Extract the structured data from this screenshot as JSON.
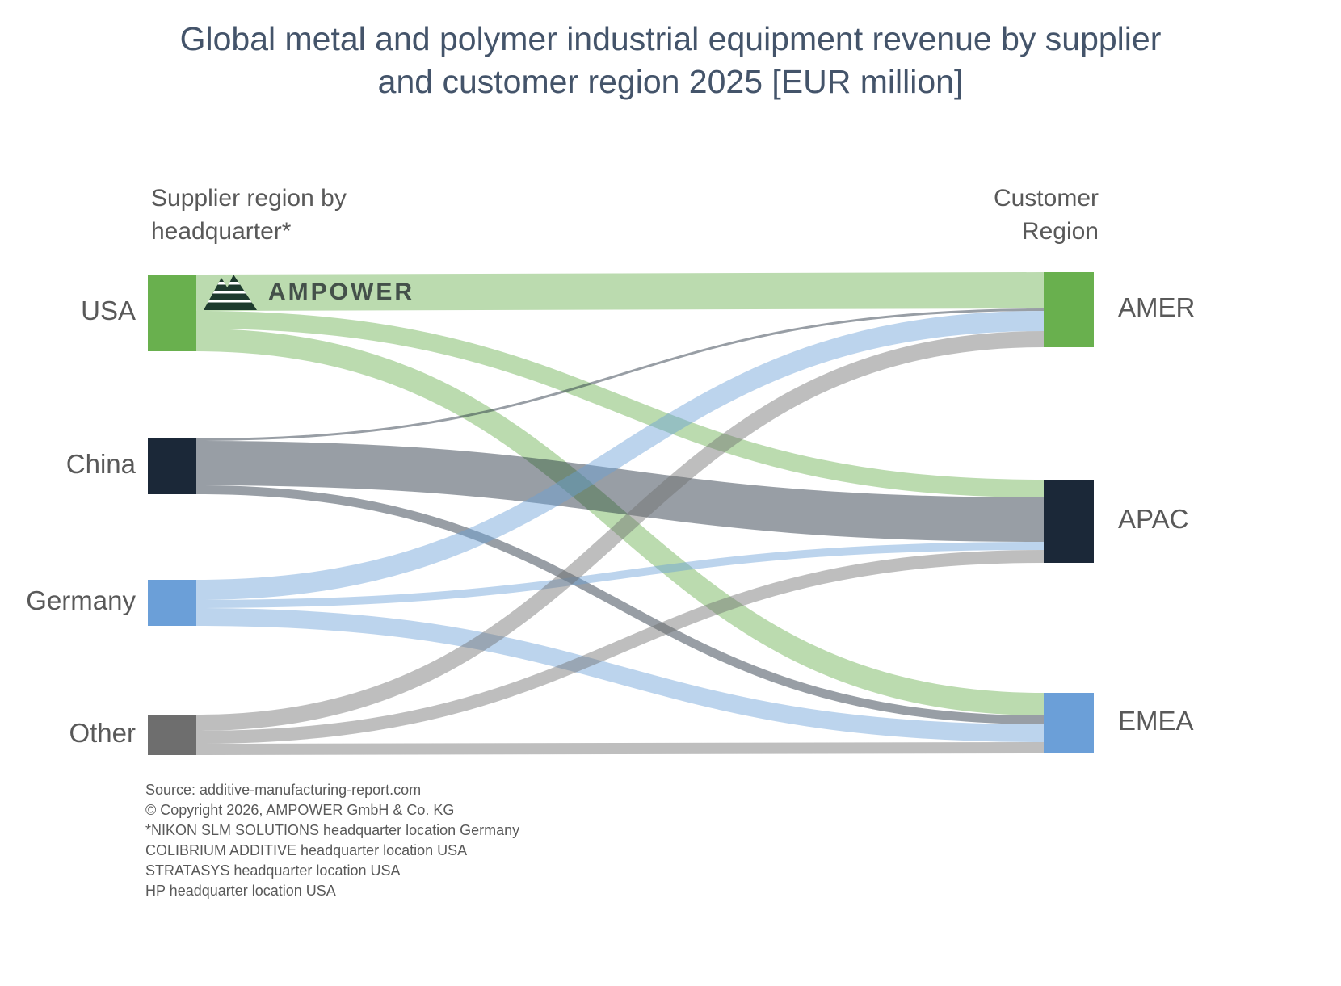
{
  "title_lines": [
    "Global metal and polymer industrial equipment revenue by supplier",
    "and customer region 2025 [EUR million]"
  ],
  "column_headers": {
    "left": "Supplier region by headquarter*",
    "right": "Customer Region"
  },
  "logo": {
    "brand": "AMPOWER"
  },
  "footer": {
    "lines": [
      "Source: additive-manufacturing-report.com",
      "© Copyright 2026, AMPOWER GmbH & Co. KG",
      "*NIKON SLM SOLUTIONS headquarter location Germany",
      "COLIBRIUM ADDITIVE headquarter location USA",
      "STRATASYS headquarter location USA",
      "HP headquarter location USA"
    ]
  },
  "chart_data": {
    "type": "sankey",
    "title": "Global metal and polymer industrial equipment revenue by supplier and customer region 2025 [EUR million]",
    "unit": "EUR million",
    "values_note": "No numeric labels shown in chart; flow values estimated from band widths",
    "left_column_label": "Supplier region by headquarter*",
    "right_column_label": "Customer Region",
    "nodes": [
      {
        "id": "USA",
        "label": "USA",
        "side": "left",
        "color": "#69b04e"
      },
      {
        "id": "China",
        "label": "China",
        "side": "left",
        "color": "#1b2838"
      },
      {
        "id": "Germany",
        "label": "Germany",
        "side": "left",
        "color": "#6b9fd8"
      },
      {
        "id": "Other",
        "label": "Other",
        "side": "left",
        "color": "#6e6e6e"
      },
      {
        "id": "AMER",
        "label": "AMER",
        "side": "right",
        "color": "#69b04e"
      },
      {
        "id": "APAC",
        "label": "APAC",
        "side": "right",
        "color": "#1b2838"
      },
      {
        "id": "EMEA",
        "label": "EMEA",
        "side": "right",
        "color": "#6b9fd8"
      }
    ],
    "flows": [
      {
        "source": "USA",
        "target": "AMER",
        "value": 180
      },
      {
        "source": "USA",
        "target": "APAC",
        "value": 88
      },
      {
        "source": "USA",
        "target": "EMEA",
        "value": 112
      },
      {
        "source": "China",
        "target": "AMER",
        "value": 12
      },
      {
        "source": "China",
        "target": "APAC",
        "value": 220
      },
      {
        "source": "China",
        "target": "EMEA",
        "value": 44
      },
      {
        "source": "Germany",
        "target": "AMER",
        "value": 100
      },
      {
        "source": "Germany",
        "target": "APAC",
        "value": 40
      },
      {
        "source": "Germany",
        "target": "EMEA",
        "value": 88
      },
      {
        "source": "Other",
        "target": "AMER",
        "value": 80
      },
      {
        "source": "Other",
        "target": "APAC",
        "value": 64
      },
      {
        "source": "Other",
        "target": "EMEA",
        "value": 56
      }
    ]
  }
}
